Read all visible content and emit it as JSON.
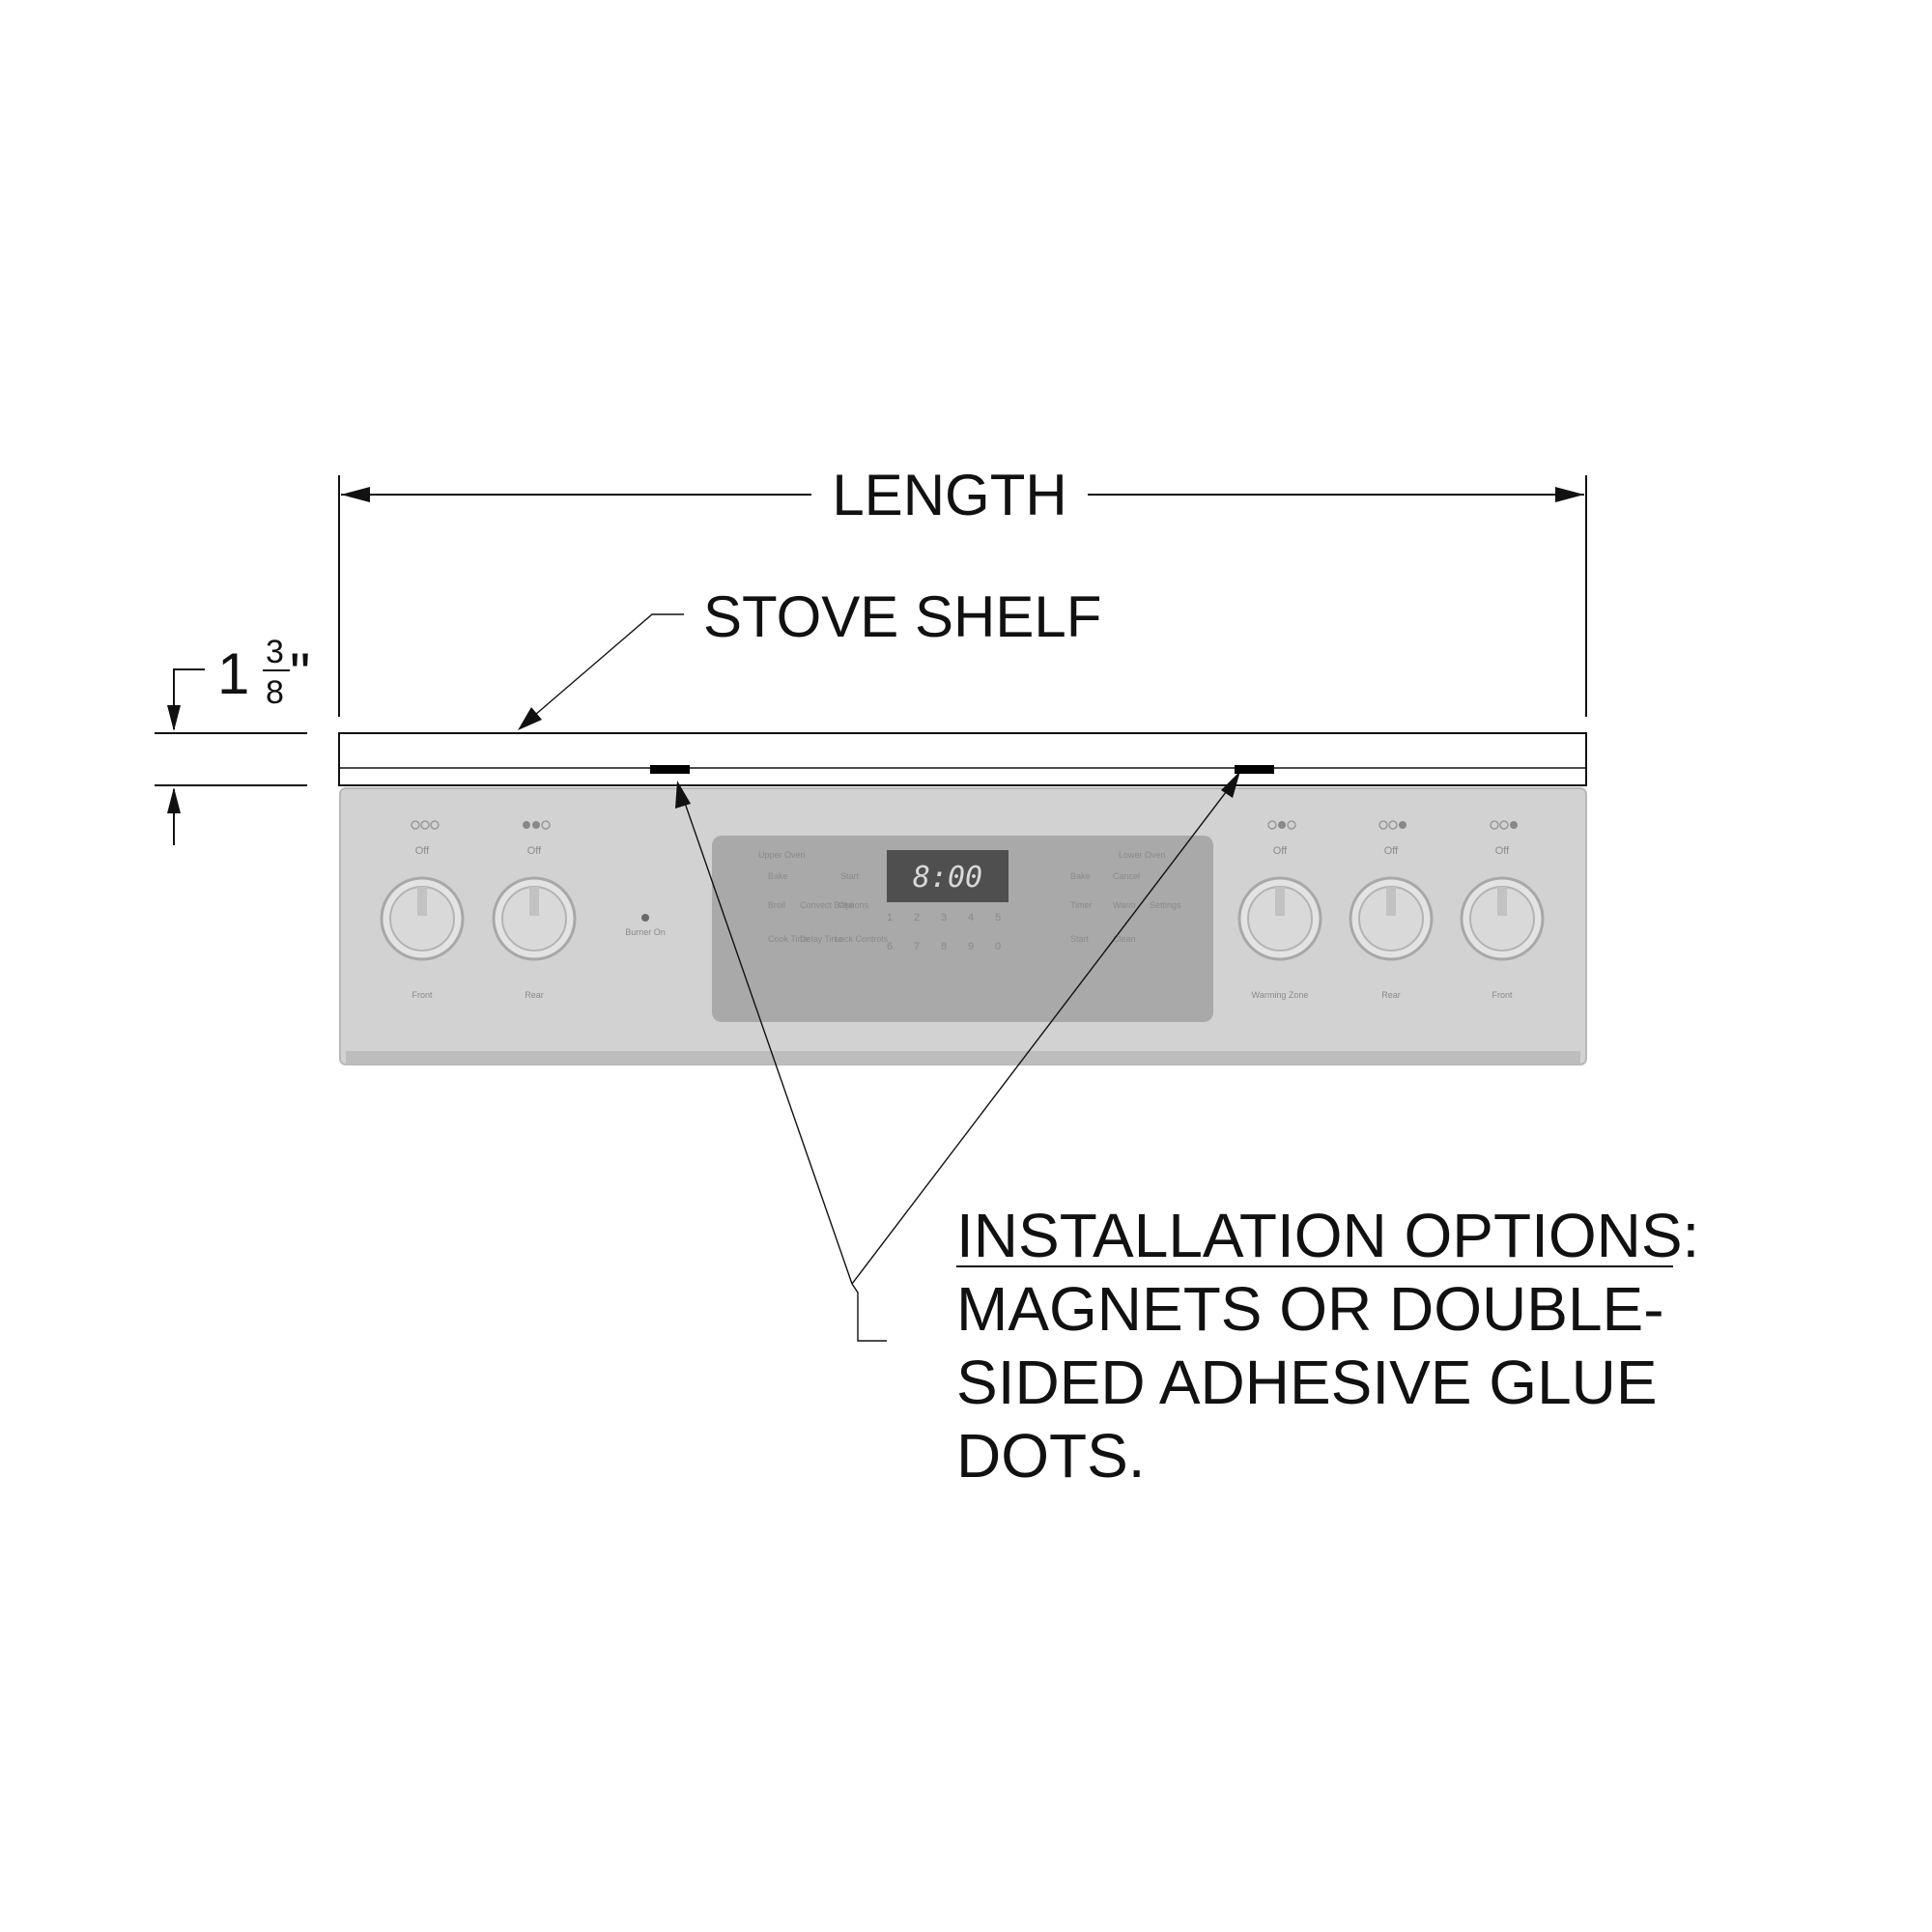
{
  "dimensions": {
    "length_label": "LENGTH",
    "height_whole": "1",
    "height_num": "3",
    "height_den": "8",
    "height_unit": "\""
  },
  "callouts": {
    "shelf_label": "STOVE SHELF",
    "install_heading": "INSTALLATION OPTIONS:",
    "install_lines": [
      "MAGNETS OR DOUBLE-",
      "SIDED ADHESIVE GLUE",
      "DOTS."
    ]
  },
  "stove_panel": {
    "clock": "8:00",
    "off_labels": [
      "Off",
      "Off",
      "Off",
      "Off",
      "Off"
    ],
    "knob_captions": [
      "Front",
      "Rear",
      "Warming Zone",
      "Rear",
      "Front"
    ],
    "burner_on_label": "Burner On",
    "panel_left_labels": [
      "Upper Oven",
      "Bake",
      "Broil",
      "Cook Time",
      "Convect Bake",
      "Delay Time",
      "Start",
      "Options",
      "Lock Controls"
    ],
    "panel_right_labels": [
      "Lower Oven",
      "Bake",
      "Timer",
      "Start",
      "Cancel",
      "Warm",
      "Clean",
      "Settings"
    ],
    "keypad_digits": [
      "1",
      "2",
      "3",
      "4",
      "5",
      "6",
      "7",
      "8",
      "9",
      "0"
    ]
  },
  "colors": {
    "line": "#111111",
    "stove_fill": "#cfcfcf",
    "stove_edge": "#b5b5b5",
    "display": "#4a4a4a",
    "magnet": "#000000"
  }
}
